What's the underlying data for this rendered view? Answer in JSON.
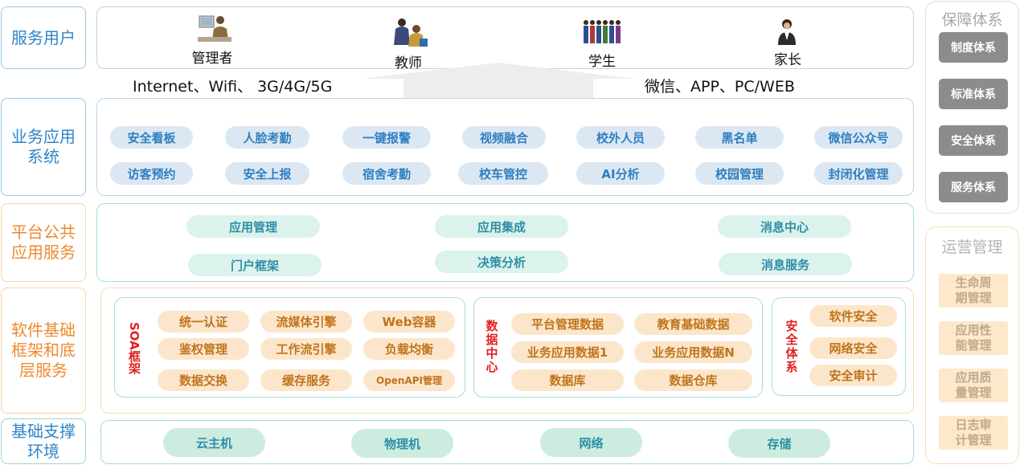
{
  "left_labels": [
    "服务用户",
    "业务应用系统",
    "平台公共应用服务",
    "软件基础框架和底层服务",
    "基础支撑环境"
  ],
  "users": [
    {
      "name": "管理者",
      "icon": "manager-icon"
    },
    {
      "name": "教师",
      "icon": "teacher-icon"
    },
    {
      "name": "学生",
      "icon": "students-icon"
    },
    {
      "name": "家长",
      "icon": "parent-icon"
    }
  ],
  "network_left": "Internet、Wifi、 3G/4G/5G",
  "network_right": "微信、APP、PC/WEB",
  "business_apps": [
    "安全看板",
    "人脸考勤",
    "一键报警",
    "视频融合",
    "校外人员",
    "黑名单",
    "微信公众号",
    "访客预约",
    "安全上报",
    "宿舍考勤",
    "校车管控",
    "AI分析",
    "校园管理",
    "封闭化管理"
  ],
  "platform_services": [
    "应用管理",
    "应用集成",
    "消息中心",
    "门户框架",
    "决策分析",
    "消息服务"
  ],
  "soa": {
    "title": "SOA框架",
    "items": [
      "统一认证",
      "流媒体引擎",
      "Web容器",
      "鉴权管理",
      "工作流引擎",
      "负载均衡",
      "数据交换",
      "缓存服务",
      "OpenAPI管理"
    ]
  },
  "data_center": {
    "title": "数据中心",
    "items": [
      "平台管理数据",
      "教育基础数据",
      "业务应用数据1",
      "业务应用数据N",
      "数据库",
      "数据仓库"
    ]
  },
  "security_system": {
    "title": "安全体系",
    "items": [
      "软件安全",
      "网络安全",
      "安全审计"
    ]
  },
  "infrastructure": [
    "云主机",
    "物理机",
    "网络",
    "存储"
  ],
  "guarantee": {
    "title": "保障体系",
    "items": [
      "制度体系",
      "标准体系",
      "安全体系",
      "服务体系"
    ]
  },
  "operations": {
    "title": "运营管理",
    "items": [
      "生命周期管理",
      "应用性能管理",
      "应用质量管理",
      "日志审计管理"
    ]
  }
}
